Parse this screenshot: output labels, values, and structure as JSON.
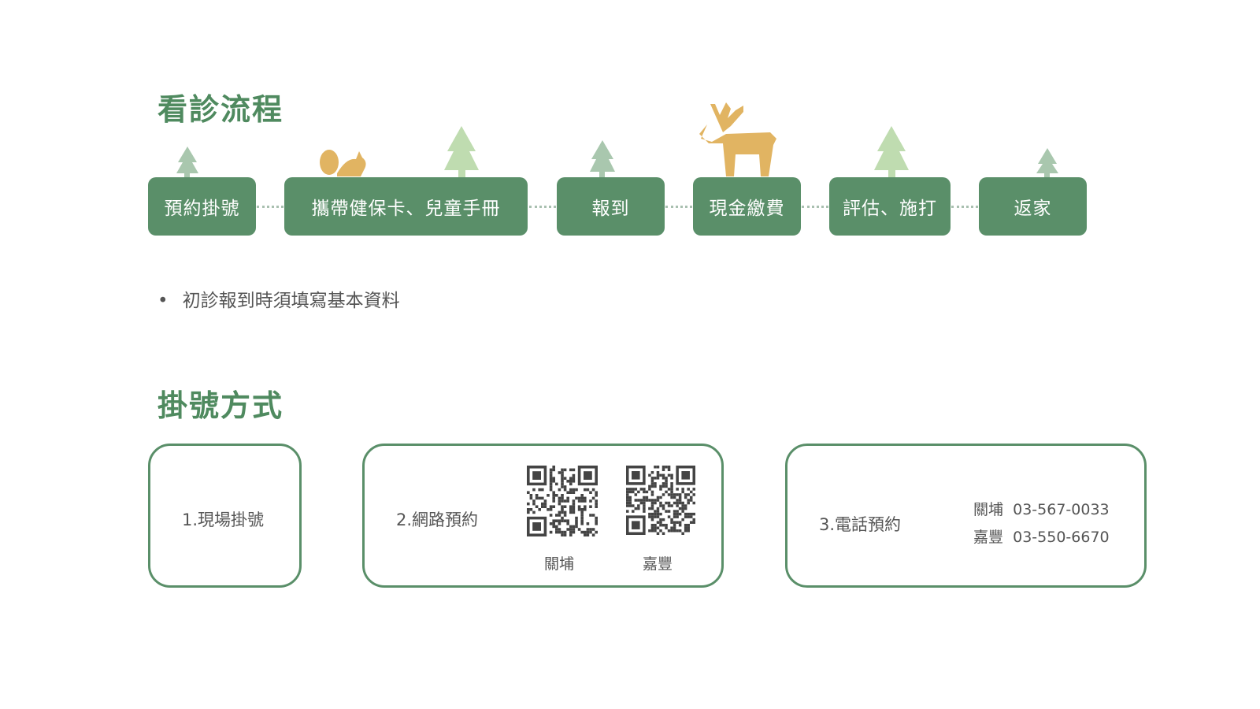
{
  "process": {
    "title": "看診流程",
    "steps": [
      "預約掛號",
      "攜帶健保卡、兒童手冊",
      "報到",
      "現金繳費",
      "評估、施打",
      "返家"
    ],
    "note": "初診報到時須填寫基本資料"
  },
  "registration": {
    "title": "掛號方式",
    "onsite": "1.現場掛號",
    "online": "2.網路預約",
    "qr_labels": [
      "關埔",
      "嘉豐"
    ],
    "phone": "3.電話預約",
    "phones": [
      {
        "branch": "關埔",
        "number": "03-567-0033"
      },
      {
        "branch": "嘉豐",
        "number": "03-550-6670"
      }
    ]
  },
  "colors": {
    "green": "#5a8f69",
    "tree": "#a9c7ae",
    "tree_light": "#bfdcb0",
    "animal": "#e1b462"
  }
}
